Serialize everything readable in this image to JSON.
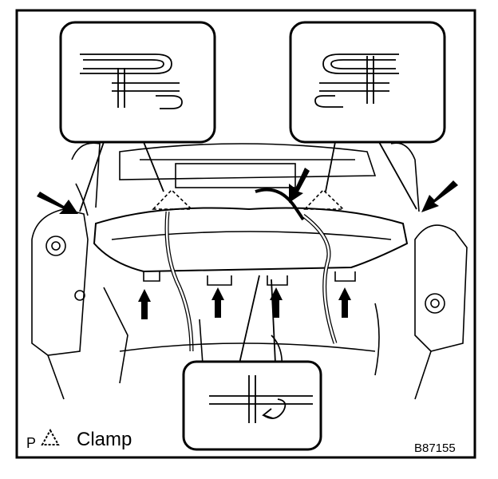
{
  "legend": {
    "prefix": "P",
    "label": "Clamp",
    "symbol": "clamp-triangle-icon"
  },
  "figure_id": "B87155",
  "callouts": [
    {
      "name": "top-left-detail",
      "shows": "clamp-hook-detail"
    },
    {
      "name": "top-right-detail",
      "shows": "clamp-hook-detail"
    },
    {
      "name": "bottom-detail",
      "shows": "clamp-hook-detail"
    }
  ],
  "colors": {
    "line": "#000000",
    "background": "#ffffff"
  }
}
